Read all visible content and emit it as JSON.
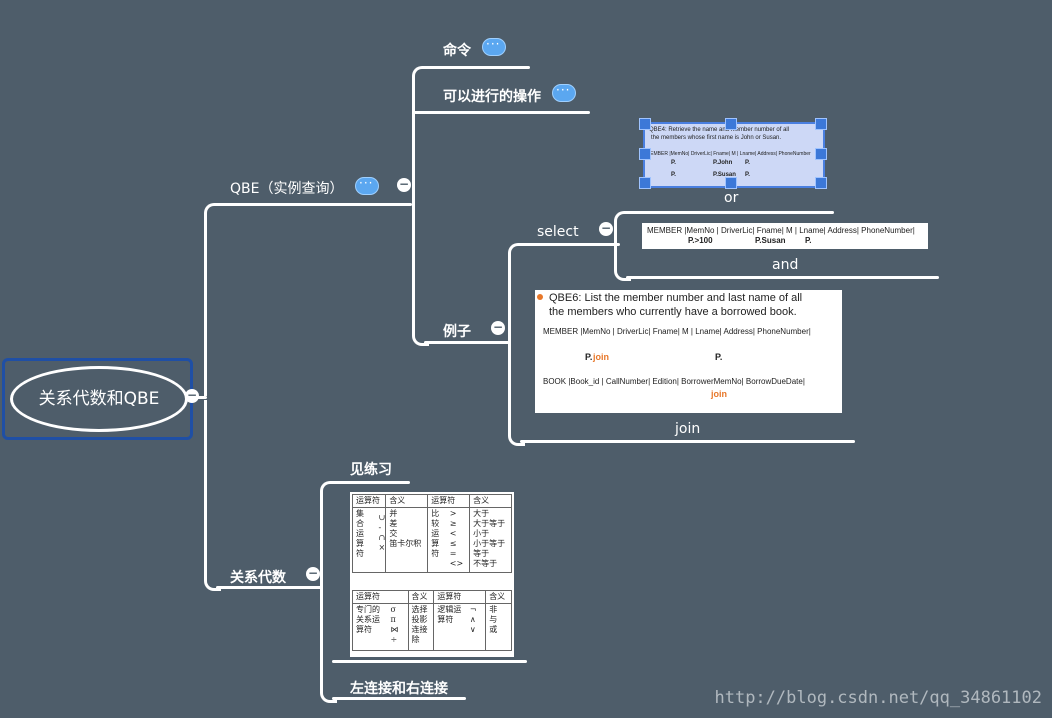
{
  "root": {
    "label": "关系代数和QBE"
  },
  "qbe": {
    "label": "QBE（实例查询）",
    "children": {
      "command": "命令",
      "operations": "可以进行的操作",
      "examples": {
        "label": "例子",
        "select": {
          "label": "select",
          "or_label": "or",
          "and_label": "and",
          "or_image": {
            "line1": "QBE4: Retrieve the name and member number of all",
            "line2": "the members whose first name is John or Susan.",
            "header": "MEMBER |MemNo| DriverLic| Fname| M | Lname| Address| PhoneNumber",
            "row1": [
              "P.",
              "P.John",
              "P."
            ],
            "row2": [
              "P.",
              "P.Susan",
              "P."
            ]
          },
          "and_image": {
            "header": "MEMBER |MemNo | DriverLic| Fname| M | Lname| Address| PhoneNumber|",
            "row": [
              "P.>100",
              "P.Susan",
              "P."
            ]
          }
        },
        "join": {
          "label": "join",
          "image": {
            "title1": "QBE6: List the member number and last name of all",
            "title2": "the members who currently have a borrowed book.",
            "member_header": "MEMBER |MemNo  | DriverLic| Fname| M | Lname| Address| PhoneNumber|",
            "member_p": "P.",
            "member_join": "join",
            "member_p2": "P.",
            "book_header": "BOOK |Book_id | CallNumber| Edition| BorrowerMemNo| BorrowDueDate|",
            "book_join": "join"
          }
        }
      }
    }
  },
  "algebra": {
    "label": "关系代数",
    "children": {
      "practice": "见练习",
      "outer_join": "左连接和右连接"
    },
    "table1": {
      "headers": [
        "运算符",
        "含义",
        "运算符",
        "含义"
      ],
      "set_label": "集合运算符",
      "set_ops": [
        "∪",
        "-",
        "∩",
        "×"
      ],
      "set_meanings": [
        "并",
        "差",
        "交",
        "笛卡尔积"
      ],
      "cmp_label": "比较运算符",
      "cmp_ops": [
        ">",
        "≥",
        "<",
        "≤",
        "=",
        "<>"
      ],
      "cmp_meanings": [
        "大于",
        "大于等于",
        "小于",
        "小于等于",
        "等于",
        "不等于"
      ]
    },
    "table2": {
      "headers": [
        "运算符",
        "含义",
        "运算符",
        "含义"
      ],
      "rel_label": "专门的关系运算符",
      "rel_ops": [
        "σ",
        "π",
        "⋈",
        "÷"
      ],
      "rel_meanings": [
        "选择",
        "投影",
        "连接",
        "除"
      ],
      "logic_label": "逻辑运算符",
      "logic_ops": [
        "¬",
        "∧",
        "∨"
      ],
      "logic_meanings": [
        "非",
        "与",
        "或"
      ]
    }
  },
  "watermark": "http://blog.csdn.net/qq_34861102"
}
